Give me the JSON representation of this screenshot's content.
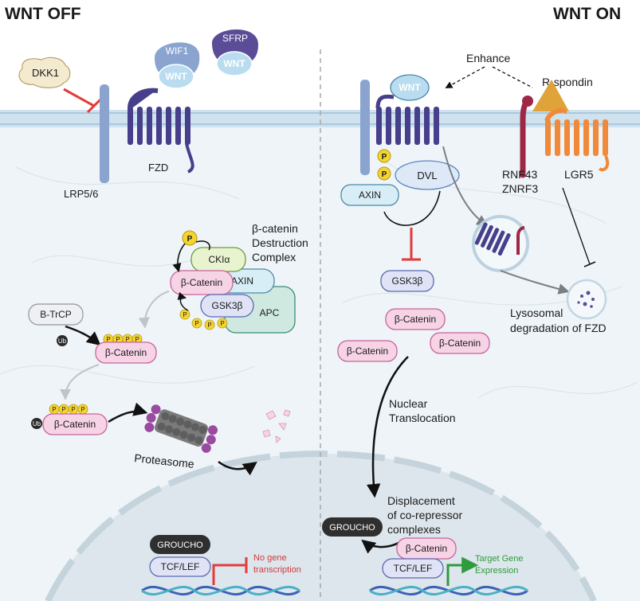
{
  "headers": {
    "wnt_off": "WNT OFF",
    "wnt_on": "WNT ON"
  },
  "off": {
    "dkk1": "DKK1",
    "wif1": "WIF1",
    "sfrp": "SFRP",
    "wnt": "WNT",
    "lrp": "LRP5/6",
    "fzd": "FZD",
    "destruction_complex": [
      "β-catenin",
      "Destruction",
      "Complex"
    ],
    "cki": "CKIα",
    "beta_catenin": "β-Catenin",
    "axin": "AXIN",
    "gsk3b": "GSK3β",
    "apc": "APC",
    "btrcp": "B-TrCP",
    "ub": "Ub",
    "p": "P",
    "proteasome": "Proteasome",
    "groucho": "GROUCHO",
    "tcf": "TCF/LEF",
    "no_gene": [
      "No gene",
      "transcription"
    ]
  },
  "on": {
    "enhance": "Enhance",
    "rspondin": "R-spondin",
    "wnt": "WNT",
    "p": "P",
    "dvl": "DVL",
    "axin": "AXIN",
    "rnf": [
      "RNF43",
      "ZNRF3"
    ],
    "lgr5": "LGR5",
    "gsk3b": "GSK3β",
    "beta_catenin": "β-Catenin",
    "lysosome": [
      "Lysosomal",
      "degradation of FZD"
    ],
    "nuclear": [
      "Nuclear",
      "Translocation"
    ],
    "displacement": [
      "Displacement",
      "of co-repressor",
      "complexes"
    ],
    "groucho": "GROUCHO",
    "tcf": "TCF/LEF",
    "target": [
      "Target Gene",
      "Expression"
    ]
  },
  "colors": {
    "membrane": "#cfe2ee",
    "cytoplasm": "#eef4f8",
    "nucleus": "#dde6ec",
    "receptor": "#473e8c",
    "lrp": "#8aa4cf",
    "catenin_fill": "#f7d3e6",
    "catenin_stroke": "#c7649c",
    "cyan_fill": "#d8eef6",
    "cyan_stroke": "#4a8aa8",
    "phospho": "#f5d431",
    "inhibit_red": "#e23b3b",
    "lgr5": "#f08a3a",
    "rnf": "#9e2746",
    "rspondin": "#e0a33a",
    "green": "#2e9b3e",
    "proteasome": "#7a7a7a",
    "proteasome_cap": "#9a4aa0"
  }
}
